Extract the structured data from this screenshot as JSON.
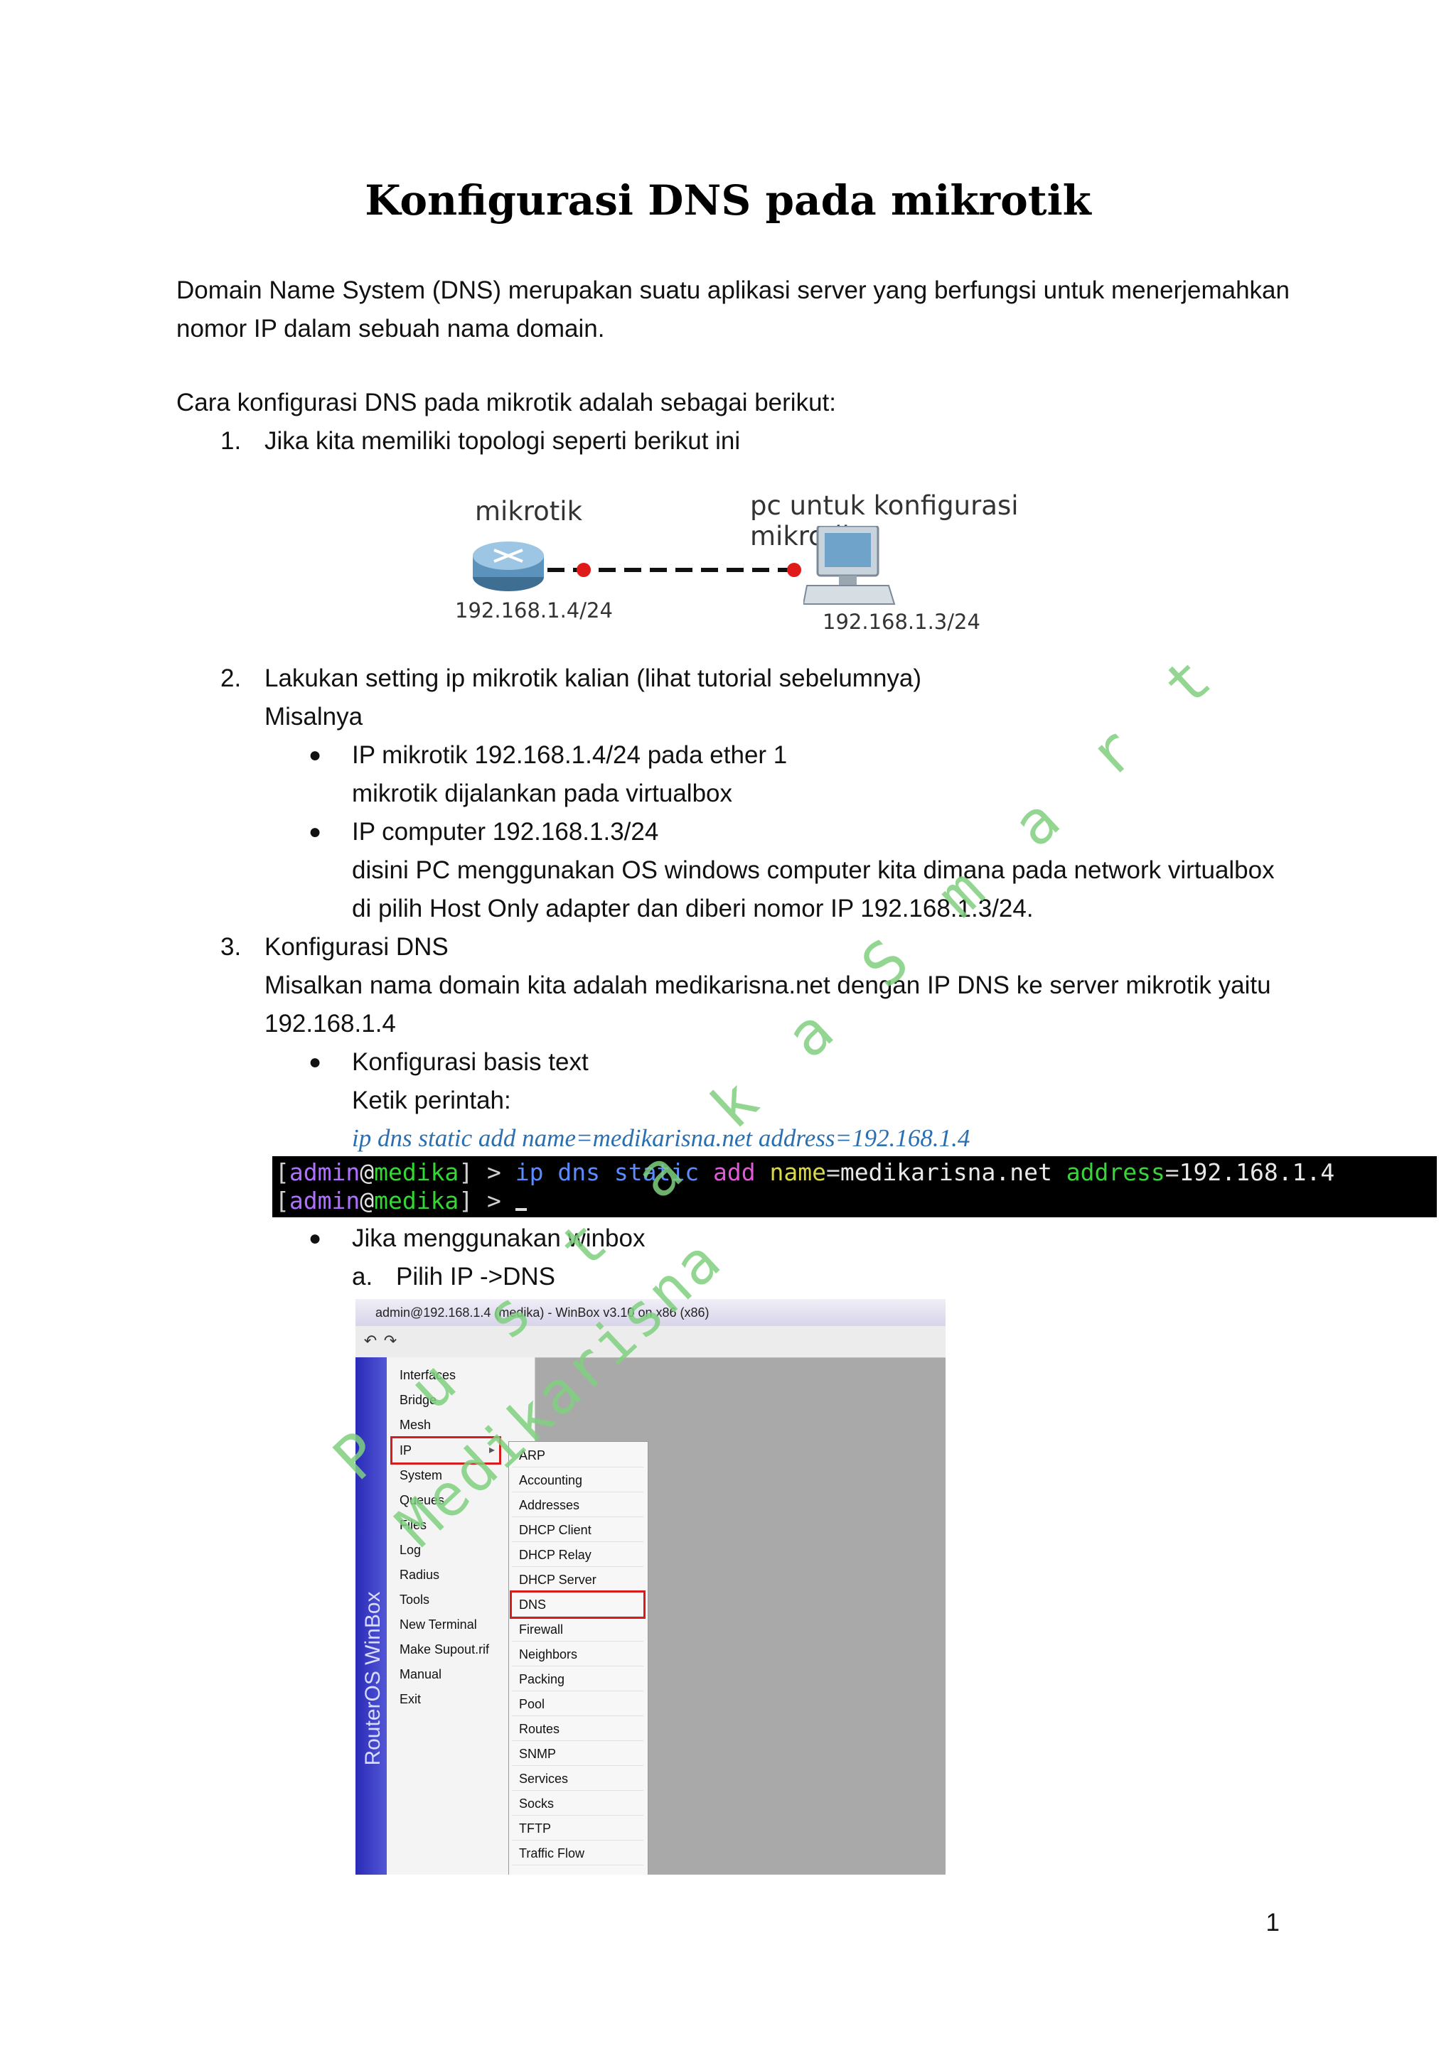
{
  "title": "Konfigurasi DNS pada mikrotik",
  "intro": {
    "line1": "Domain Name System (DNS) merupakan suatu aplikasi server yang berfungsi untuk menerjemahkan",
    "line2": "nomor IP dalam sebuah nama domain."
  },
  "cara": "Cara konfigurasi DNS pada mikrotik adalah sebagai berikut:",
  "steps": [
    {
      "num": "1.",
      "text": "Jika kita memiliki topologi seperti berikut ini"
    },
    {
      "num": "2.",
      "text": "Lakukan setting ip mikrotik kalian (lihat tutorial sebelumnya)",
      "sub": "Misalnya"
    },
    {
      "num": "3.",
      "text": "Konfigurasi DNS",
      "sub1": "Misalkan nama domain kita adalah medikarisna.net dengan IP DNS ke server mikrotik yaitu",
      "sub2": "192.168.1.4"
    }
  ],
  "topology": {
    "router_label": "mikrotik",
    "router_ip": "192.168.1.4/24",
    "pc_label": "pc untuk konfigurasi mikrotik",
    "pc_ip": "192.168.1.3/24",
    "link_color": "#e01919"
  },
  "step2_bullets": [
    {
      "line1": "IP mikrotik 192.168.1.4/24 pada ether 1",
      "line2": "mikrotik dijalankan pada virtualbox"
    },
    {
      "line1": "IP computer 192.168.1.3/24",
      "line2": "disini PC menggunakan OS windows computer kita dimana pada network virtualbox",
      "line3": "di pilih Host Only adapter dan diberi nomor IP 192.168.1.3/24."
    }
  ],
  "step3_bullets": [
    {
      "line1": "Konfigurasi basis text",
      "line2": "Ketik perintah:",
      "command": "ip dns static add name=medikarisna.net address=192.168.1.4"
    },
    {
      "line1": "Jika menggunakan winbox",
      "sub_label": "a.",
      "sub_text": "Pilih IP ->DNS"
    }
  ],
  "terminal": {
    "lb": "[",
    "user": "admin",
    "at": "@",
    "host": "medika",
    "rb": "] >",
    "cmd1": "ip dns",
    "cmd2": "static",
    "cmd3": "add",
    "key1": "name",
    "eq": "=",
    "val1": "medikarisna.net",
    "key2": "address",
    "val2": "192.168.1.4"
  },
  "winbox": {
    "title": "admin@192.168.1.4 (medika) - WinBox v3.10 on x86 (x86)",
    "side_text": "RouterOS WinBox",
    "menu": [
      "Interfaces",
      "Bridge",
      "Mesh",
      "IP",
      "System",
      "Queues",
      "Files",
      "Log",
      "Radius",
      "Tools",
      "New Terminal",
      "Make Supout.rif",
      "Manual",
      "Exit"
    ],
    "submenu": [
      "ARP",
      "Accounting",
      "Addresses",
      "DHCP Client",
      "DHCP Relay",
      "DHCP Server",
      "DNS",
      "Firewall",
      "Neighbors",
      "Packing",
      "Pool",
      "Routes",
      "SNMP",
      "Services",
      "Socks",
      "TFTP",
      "Traffic Flow"
    ],
    "highlight_color": "#d61c1c"
  },
  "watermark": {
    "line1": "P u s t a k a S m a r t",
    "line2": "Medikarisna",
    "color": "#7fd07f"
  },
  "page_number": "1"
}
